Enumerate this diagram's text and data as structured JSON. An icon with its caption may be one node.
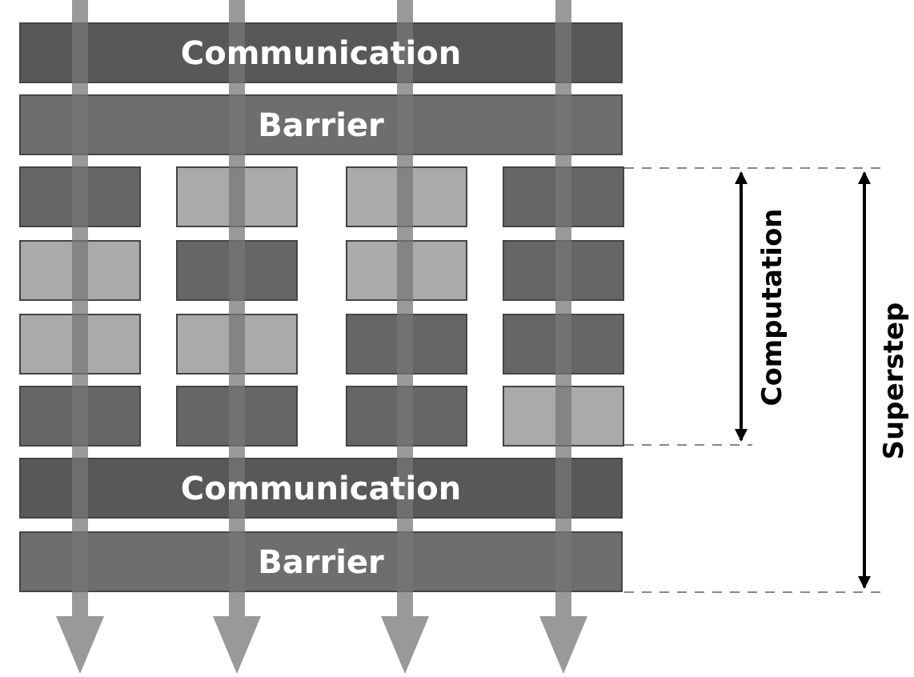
{
  "diagram": {
    "nodes": [
      {
        "text": [
          "Communication"
        ]
      },
      {
        "text": [
          "Barrier"
        ]
      },
      {
        "text": [],
        "shape": "box"
      },
      {
        "text": [],
        "shape": "box"
      },
      {
        "text": [],
        "shape": "box"
      },
      {
        "text": [],
        "shape": "box"
      },
      {
        "text": [],
        "shape": "box"
      },
      {
        "text": [],
        "shape": "box"
      },
      {
        "text": [],
        "shape": "box"
      },
      {
        "text": [],
        "shape": "box"
      },
      {
        "text": [],
        "shape": "box"
      },
      {
        "text": [],
        "shape": "box"
      },
      {
        "text": [],
        "shape": "box"
      },
      {
        "text": [],
        "shape": "box"
      },
      {
        "text": [],
        "shape": "box"
      },
      {
        "text": [],
        "shape": "box"
      },
      {
        "text": [],
        "shape": "box"
      },
      {
        "text": [],
        "shape": "box"
      },
      {
        "text": [
          "Communication"
        ]
      },
      {
        "text": [
          "Barrier"
        ]
      }
    ],
    "labels": [
      "Computation",
      "Superstep"
    ]
  }
}
